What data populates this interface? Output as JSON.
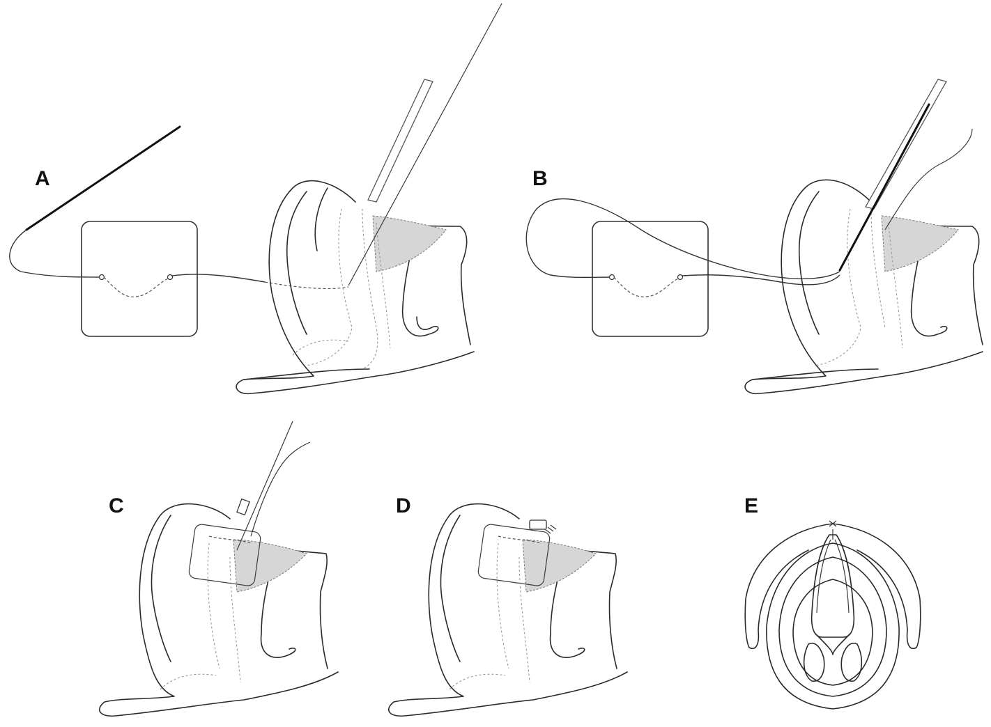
{
  "panels": [
    {
      "id": "A",
      "label": "A"
    },
    {
      "id": "B",
      "label": "B"
    },
    {
      "id": "C",
      "label": "C"
    },
    {
      "id": "D",
      "label": "D"
    },
    {
      "id": "E",
      "label": "E"
    }
  ],
  "colors": {
    "line": "#2a2a2a",
    "shade": "#d6d6d6",
    "background": "#ffffff"
  }
}
